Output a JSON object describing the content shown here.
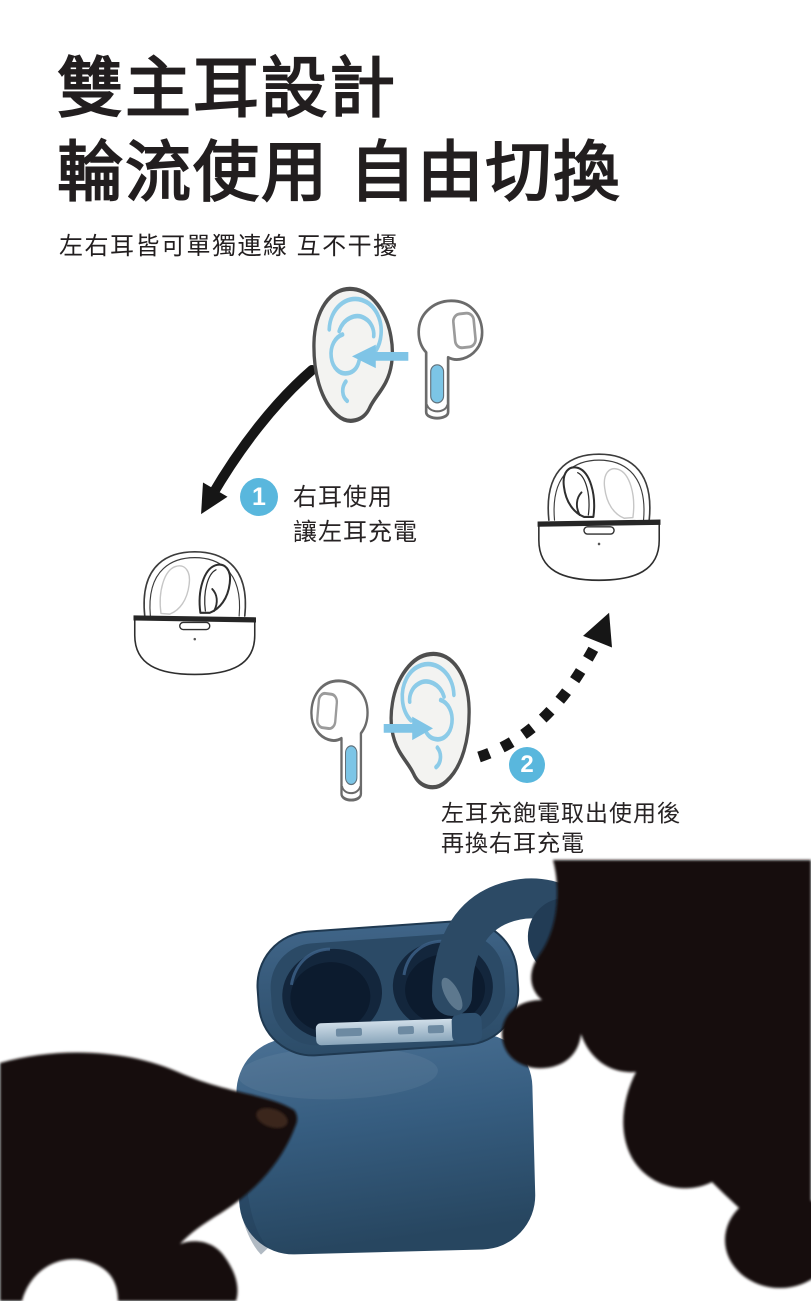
{
  "hero": {
    "title_line1": "雙主耳設計",
    "title_line2": "輪流使用 自由切換",
    "subtitle": "左右耳皆可單獨連線 互不干擾"
  },
  "steps": [
    {
      "number": "1",
      "caption_line1": "右耳使用",
      "caption_line2": "讓左耳充電"
    },
    {
      "number": "2",
      "caption_line1": "左耳充飽電取出使用後",
      "caption_line2": "再換右耳充電"
    }
  ],
  "colors": {
    "ink": "#221e1f",
    "step_badge_blue": "#59b7dd",
    "line_art_blue": "#8ccbe8",
    "insert_arrow_blue": "#7fc4e6",
    "arrow_black": "#161616",
    "case_navy_light": "#4a7093",
    "case_navy_dark": "#274660",
    "slot_navy": "#0c1b2e",
    "hinge_silver": "#b9cdde",
    "hand_silhouette": "#17100c"
  },
  "icons": {
    "ear": "ear-outline-with-blue-canal-curves",
    "earbud": "stem-earbud-with-blue-touch-strip",
    "charging_case": "open-charging-case-line-art",
    "insert_arrow": "blue-block-arrow",
    "swap_arrow_solid": "black-curved-solid-arrow",
    "swap_arrow_dotted": "black-curved-dotted-arrow"
  }
}
